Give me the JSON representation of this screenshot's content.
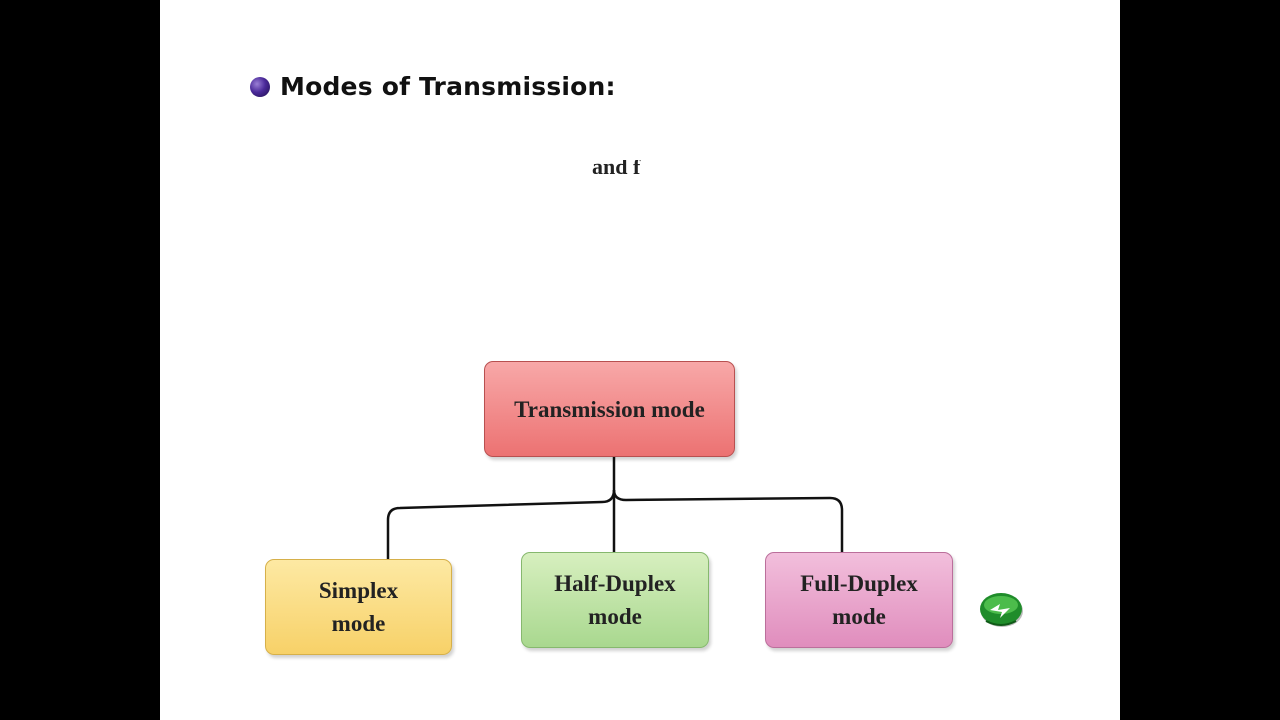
{
  "slide": {
    "heading": "Modes of Transmission:",
    "fragment_text": "and f"
  },
  "diagram": {
    "root": "Transmission mode",
    "children": [
      {
        "label": "Simplex\nmode"
      },
      {
        "label": "Half-Duplex\nmode"
      },
      {
        "label": "Full-Duplex\nmode"
      }
    ]
  },
  "colors": {
    "root_fill": "#ec7272",
    "simplex_fill": "#f7d168",
    "half_duplex_fill": "#a9d88f",
    "full_duplex_fill": "#e08dbd",
    "bullet": "#4b2a9a"
  },
  "icons": {
    "bullet": "purple-sphere-bullet-icon",
    "logo": "green-recorder-logo-icon"
  }
}
